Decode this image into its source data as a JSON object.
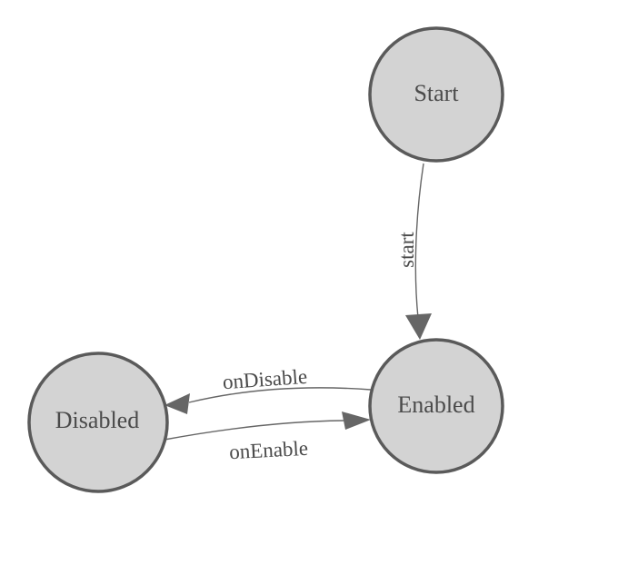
{
  "diagram": {
    "type": "state-machine",
    "nodes": [
      {
        "id": "start",
        "label": "Start"
      },
      {
        "id": "enabled",
        "label": "Enabled"
      },
      {
        "id": "disabled",
        "label": "Disabled"
      }
    ],
    "edges": [
      {
        "from": "Start",
        "to": "Enabled",
        "label": "start"
      },
      {
        "from": "Enabled",
        "to": "Disabled",
        "label": "onDisable"
      },
      {
        "from": "Disabled",
        "to": "Enabled",
        "label": "onEnable"
      }
    ]
  },
  "colors": {
    "background": "#ffffff",
    "node_fill": "#d3d3d3",
    "node_stroke": "#5a5a5a",
    "edge_color": "#666666",
    "label_color": "#4a4a4a"
  }
}
